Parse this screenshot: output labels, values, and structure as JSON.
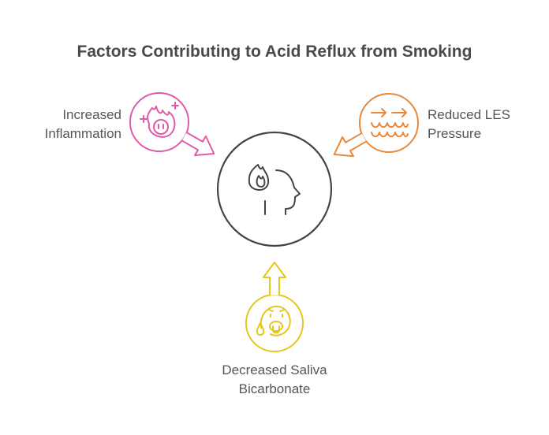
{
  "title": "Factors Contributing to Acid Reflux from Smoking",
  "factors": [
    {
      "label_line1": "Increased",
      "label_line2": "Inflammation",
      "icon": "inflamed-face-fire-icon",
      "color": "#e05aa8"
    },
    {
      "label_line1": "Reduced LES",
      "label_line2": "Pressure",
      "icon": "arrows-waves-icon",
      "color": "#e8883a"
    },
    {
      "label_line1": "Decreased Saliva",
      "label_line2": "Bicarbonate",
      "icon": "drooling-face-icon",
      "color": "#e2c81c"
    }
  ],
  "center": {
    "icon": "head-with-fire-icon",
    "color": "#444444"
  }
}
